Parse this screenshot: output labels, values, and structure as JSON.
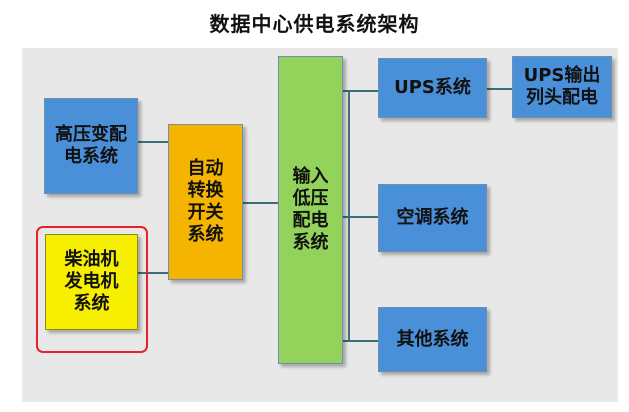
{
  "title": "数据中心供电系统架构",
  "nodes": {
    "hv": "高压变配\n电系统",
    "diesel": "柴油机\n发电机\n系统",
    "ats": "自动\n转换\n开关\n系统",
    "lv": "输入\n低压\n配电\n系统",
    "ups": "UPS系统",
    "ups_out": "UPS输出\n列头配电",
    "ac": "空调系统",
    "other": "其他系统"
  },
  "colors": {
    "blue": "#4a90d8",
    "orange": "#f5b400",
    "green": "#93d35b",
    "yellow": "#f6f000",
    "highlight": "#e8212a"
  }
}
